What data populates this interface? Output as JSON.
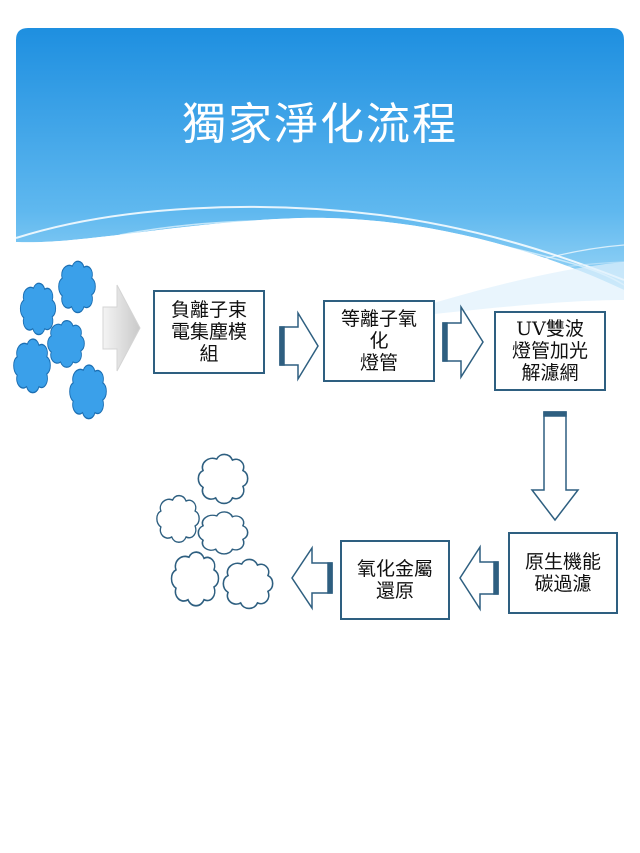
{
  "title": "獨家淨化流程",
  "colors": {
    "banner_top": "#1e90e0",
    "banner_bottom": "#8fd0f5",
    "box_border": "#2e5f80",
    "arrow_stroke": "#2e5f80",
    "dirty_particles": "#3aa0ea",
    "clean_particles": "#ffffff"
  },
  "steps": [
    {
      "id": "step-1",
      "lines": [
        "負離子束",
        "電集塵模",
        "組"
      ]
    },
    {
      "id": "step-2",
      "lines": [
        "等離子氧",
        "化",
        "燈管"
      ]
    },
    {
      "id": "step-3",
      "lines": [
        "UV雙波",
        "燈管加光",
        "解濾網"
      ]
    },
    {
      "id": "step-4",
      "lines": [
        "原生機能",
        "碳過濾"
      ]
    },
    {
      "id": "step-5",
      "lines": [
        "氧化金屬",
        "還原"
      ]
    }
  ],
  "icons": {
    "input_arrow": "gray-right-arrow-icon",
    "flow_arrow_right": "right-arrow-icon",
    "flow_arrow_down": "down-arrow-icon",
    "flow_arrow_left": "left-arrow-icon",
    "dirty_particle": "blue-cloud-particle-icon",
    "clean_particle": "white-cloud-particle-icon"
  }
}
